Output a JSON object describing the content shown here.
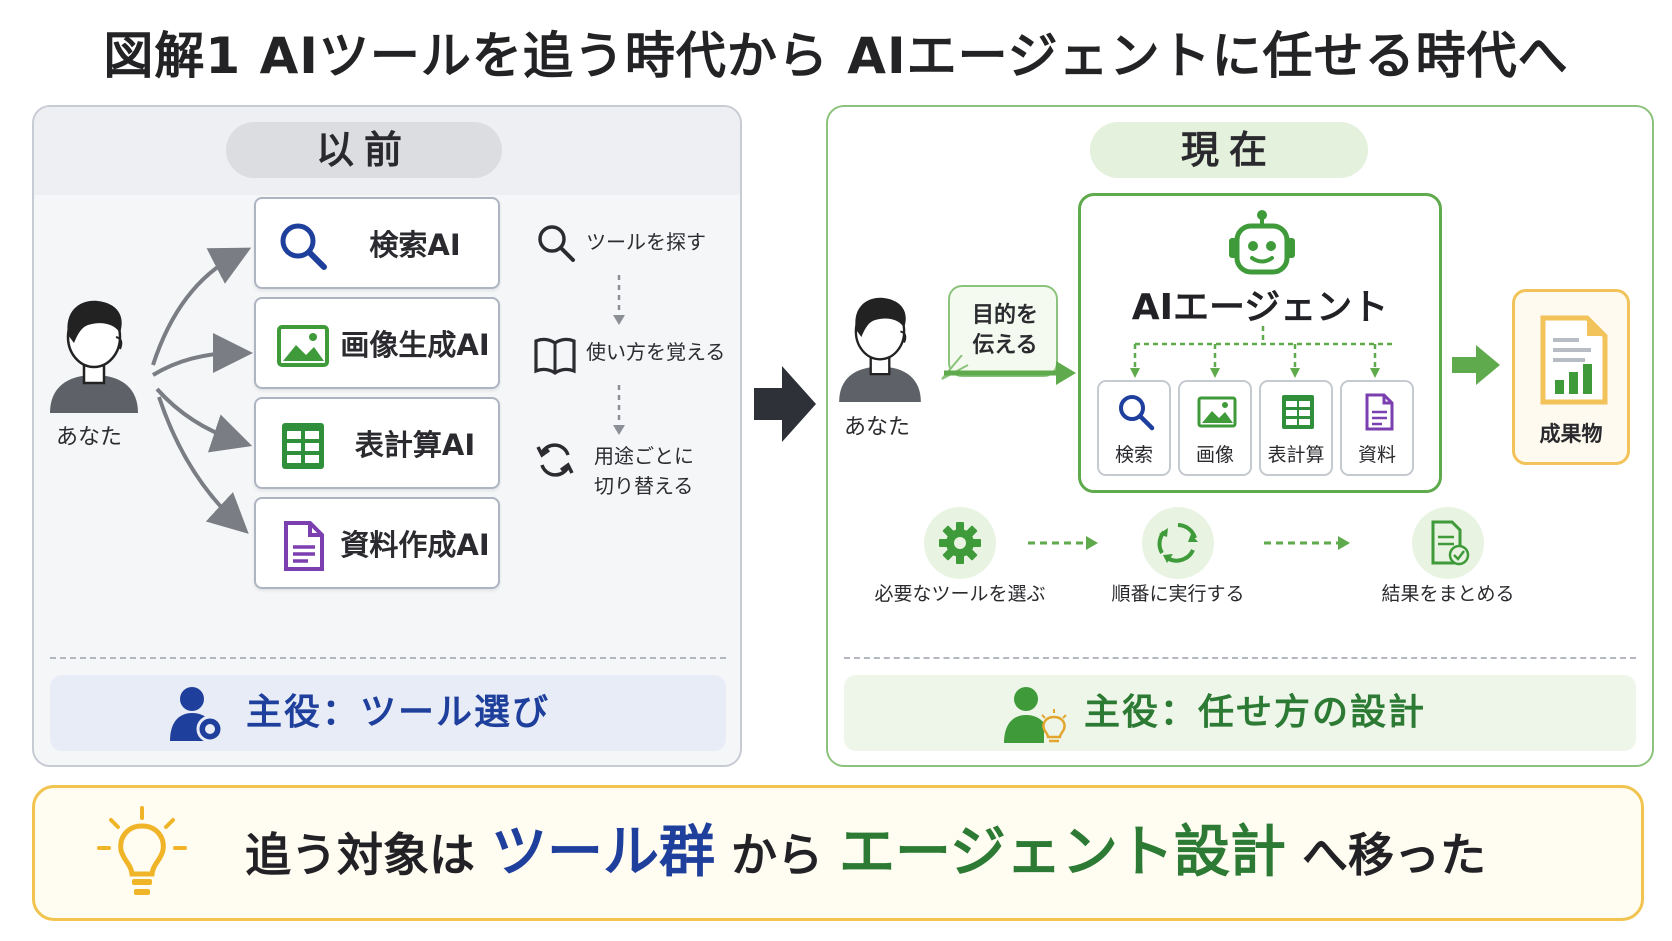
{
  "title": "図解1 AIツールを追う時代から AIエージェントに任せる時代へ",
  "before": {
    "header": "以前",
    "person_label": "あなた",
    "tools": [
      {
        "label": "検索AI",
        "icon": "search-icon"
      },
      {
        "label": "画像生成AI",
        "icon": "image-icon"
      },
      {
        "label": "表計算AI",
        "icon": "spreadsheet-icon"
      },
      {
        "label": "資料作成AI",
        "icon": "document-icon"
      }
    ],
    "steps": [
      {
        "text": "ツールを探す",
        "icon": "search-icon"
      },
      {
        "text": "使い方を覚える",
        "icon": "book-icon"
      },
      {
        "line1": "用途ごとに",
        "line2": "切り替える",
        "icon": "refresh-icon"
      }
    ],
    "role": "主役：ツール選び"
  },
  "now": {
    "header": "現在",
    "person_label": "あなた",
    "bubble": {
      "line1": "目的を",
      "line2": "伝える"
    },
    "agent_title": "AIエージェント",
    "agent_tools": [
      {
        "label": "検索",
        "icon": "search-icon"
      },
      {
        "label": "画像",
        "icon": "image-icon"
      },
      {
        "label": "表計算",
        "icon": "spreadsheet-icon"
      },
      {
        "label": "資料",
        "icon": "document-icon"
      }
    ],
    "result_label": "成果物",
    "flow": [
      {
        "label": "必要なツールを選ぶ",
        "icon": "gear-icon"
      },
      {
        "label": "順番に実行する",
        "icon": "cycle-icon"
      },
      {
        "label": "結果をまとめる",
        "icon": "doc-check-icon"
      }
    ],
    "role": "主役：任せ方の設計"
  },
  "banner": {
    "part1": "追う対象は ",
    "part2": "ツール群",
    "part3": " から ",
    "part4": "エージェント設計",
    "part5": " へ移った"
  },
  "colors": {
    "accent_blue": "#1f3f9c",
    "accent_green": "#2c7a33",
    "panel_green_border": "#8cc37c",
    "banner_yellow": "#f0c44e"
  }
}
